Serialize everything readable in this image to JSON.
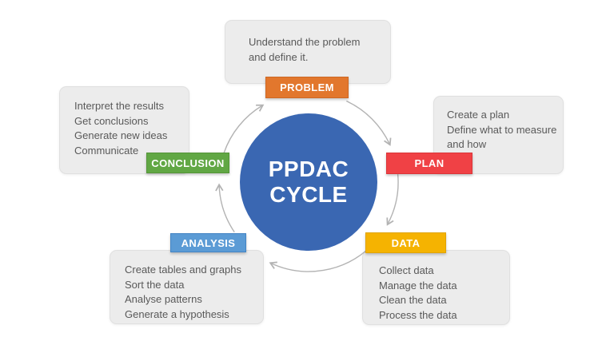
{
  "slide": {
    "center": {
      "line1": "PPDAC",
      "line2": "CYCLE",
      "fill_color": "#3A67B2",
      "text_color": "#FFFFFF"
    },
    "stages": [
      {
        "id": "problem",
        "label": "PROBLEM",
        "color": "#E2772D",
        "border_color": "#CE6824",
        "lines": [
          "Understand the problem",
          "and define it."
        ]
      },
      {
        "id": "plan",
        "label": "PLAN",
        "color": "#F04145",
        "border_color": "#DB3539",
        "lines": [
          "Create a plan",
          "Define what to measure",
          "and how"
        ]
      },
      {
        "id": "data",
        "label": "DATA",
        "color": "#F5B301",
        "border_color": "#E0A303",
        "lines": [
          "Collect data",
          "Manage the data",
          "Clean the data",
          "Process the data"
        ]
      },
      {
        "id": "analysis",
        "label": "ANALYSIS",
        "color": "#5B9BD5",
        "border_color": "#4384C4",
        "lines": [
          "Create tables and graphs",
          "Sort the data",
          "Analyse patterns",
          "Generate a hypothesis"
        ]
      },
      {
        "id": "conclusion",
        "label": "CONCLUSION",
        "color": "#61A744",
        "border_color": "#549538",
        "lines": [
          "Interpret the results",
          "Get conclusions",
          "Generate new ideas",
          "Communicate"
        ]
      }
    ],
    "styles": {
      "box_background": "#ECECEC",
      "box_text_color": "#595959",
      "arrow_color": "#B3B3B3",
      "background": "#FFFFFF"
    }
  }
}
